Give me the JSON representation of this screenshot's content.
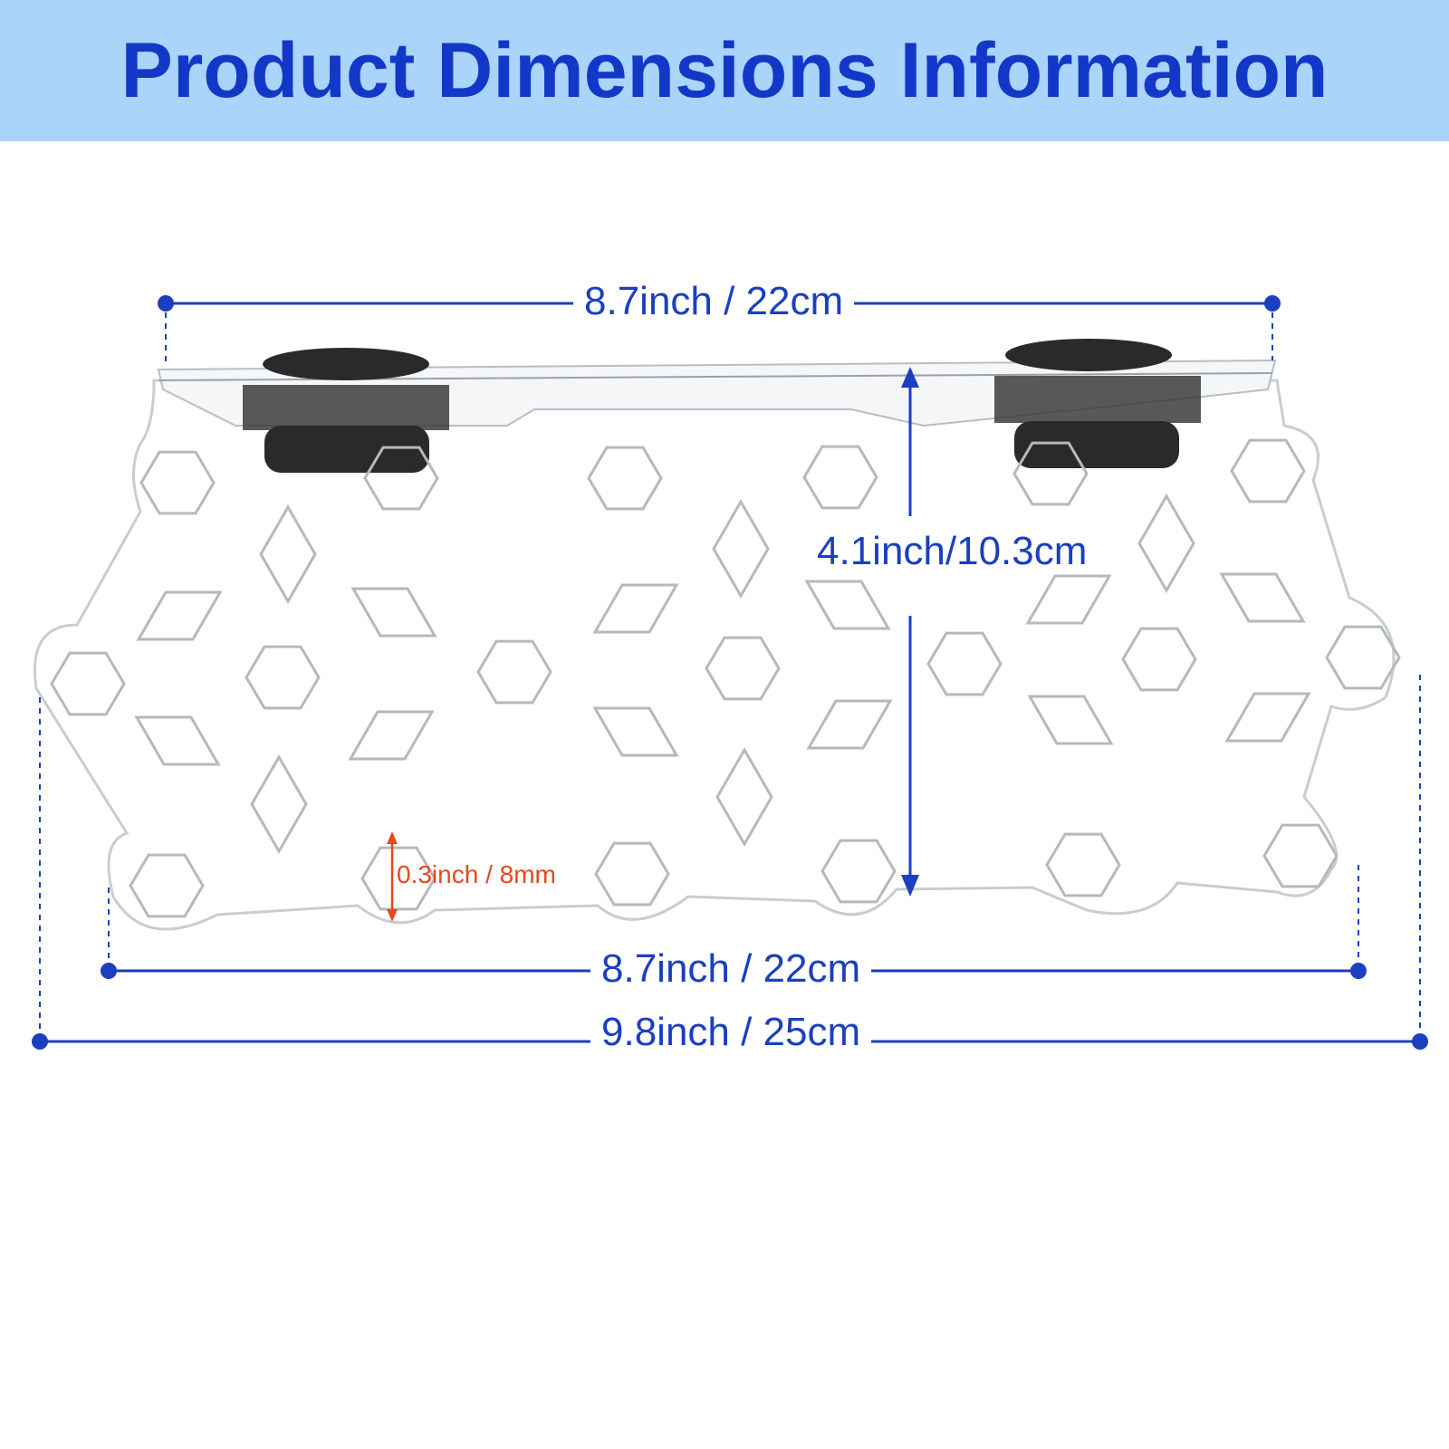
{
  "header": {
    "title": "Product Dimensions Information",
    "background": "#aad4fa",
    "title_color": "#1338c8"
  },
  "dimensions": {
    "top_width": "8.7inch / 22cm",
    "height": "4.1inch/10.3cm",
    "hole_size": "0.3inch / 8mm",
    "bottom_width": "8.7inch / 22cm",
    "overall_width": "9.8inch / 25cm"
  },
  "colors": {
    "dimension_line": "#1b3fbf",
    "hole_annotation": "#e8481a",
    "shelf_outline": "#c8cdd2",
    "suction_cup": "#2a2a2a"
  },
  "product": {
    "name": "acrylic-shelf",
    "pattern": "hexagon-and-diamond-cutouts",
    "mounts": "2 suction cups"
  }
}
